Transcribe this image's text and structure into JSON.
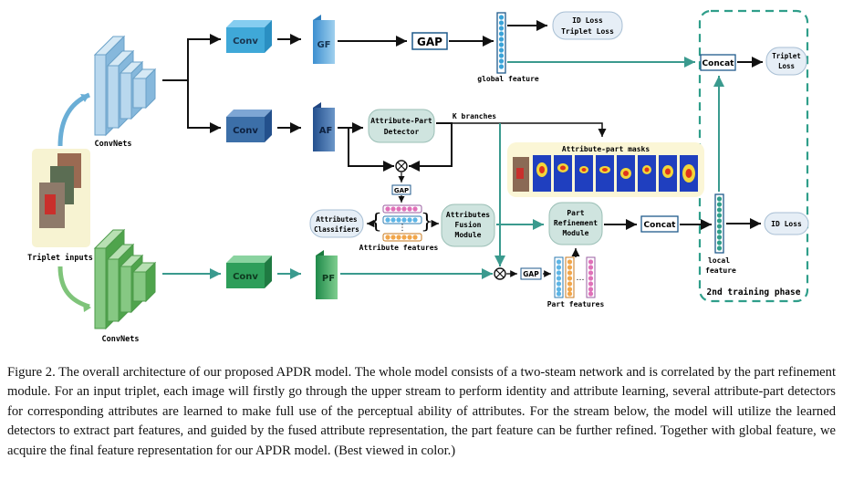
{
  "labels": {
    "convnets_top": "ConvNets",
    "convnets_bottom": "ConvNets",
    "triplet_inputs": "Triplet inputs",
    "conv_gf": "Conv",
    "conv_af": "Conv",
    "conv_pf": "Conv",
    "gf": "GF",
    "af": "AF",
    "pf": "PF",
    "gap_main": "GAP",
    "gap_attr": "GAP",
    "gap_part": "GAP",
    "id_triplet_loss": [
      "ID Loss",
      "Triplet Loss"
    ],
    "global_feature": "global feature",
    "concat_top": "Concat",
    "triplet_loss_right": [
      "Triplet",
      "Loss"
    ],
    "attr_part_detector": [
      "Attribute-Part",
      "Detector"
    ],
    "k_branches": "K branches",
    "attr_part_masks": "Attribute-part masks",
    "attributes_classifiers": [
      "Attributes",
      "Classifiers"
    ],
    "attribute_features": "Attribute features",
    "attributes_fusion": [
      "Attributes",
      "Fusion",
      "Module"
    ],
    "part_refinement": [
      "Part",
      "Refinement",
      "Module"
    ],
    "concat_mid": "Concat",
    "id_loss": "ID Loss",
    "local_feature": [
      "local",
      "feature"
    ],
    "part_features": "Part features",
    "second_phase": "2nd training phase"
  },
  "caption": "Figure 2. The overall architecture of our proposed APDR model. The whole model consists of a two-steam network and is correlated by the part refinement module. For an input triplet, each image will firstly go through the upper stream to perform identity and attribute learning, several attribute-part detectors for corresponding attributes are learned to make full use of the perceptual ability of attributes. For the stream below, the model will utilize the learned detectors to extract part features, and guided by the fused attribute representation, the part feature can be further refined. Together with global feature, we acquire the final feature representation for our APDR model. (Best viewed in color.)",
  "colors": {
    "blue_net": "#a9cde6",
    "green_net": "#7fc47a",
    "conv_blue": "#3fa8d8",
    "conv_navy": "#3c6fa8",
    "conv_green": "#2e9e5a",
    "dashed_teal": "#2f9e8a",
    "pill_bg": "#e6eef6",
    "detector_bg": "#cfe4df",
    "masks_bg": "#fbf6d6"
  }
}
